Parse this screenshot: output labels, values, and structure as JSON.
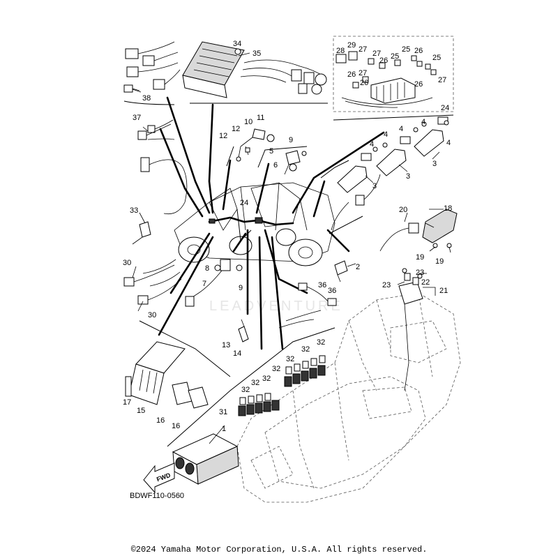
{
  "diagram": {
    "code": "BDWF110-0560",
    "fwd_label": "FWD",
    "labels": [
      "1",
      "2",
      "3",
      "3",
      "3",
      "4",
      "4",
      "4",
      "4",
      "4",
      "5",
      "6",
      "7",
      "8",
      "9",
      "9",
      "10",
      "11",
      "12",
      "12",
      "13",
      "14",
      "15",
      "16",
      "16",
      "17",
      "18",
      "19",
      "19",
      "20",
      "21",
      "22",
      "23",
      "23",
      "24",
      "24",
      "25",
      "25",
      "25",
      "26",
      "26",
      "26",
      "26",
      "26",
      "27",
      "27",
      "27",
      "27",
      "28",
      "29",
      "30",
      "30",
      "31",
      "32",
      "32",
      "32",
      "32",
      "32",
      "32",
      "32",
      "33",
      "34",
      "35",
      "36",
      "36",
      "37",
      "38"
    ]
  },
  "footer": {
    "copyright": "©2024 Yamaha Motor Corporation, U.S.A. All rights reserved."
  }
}
